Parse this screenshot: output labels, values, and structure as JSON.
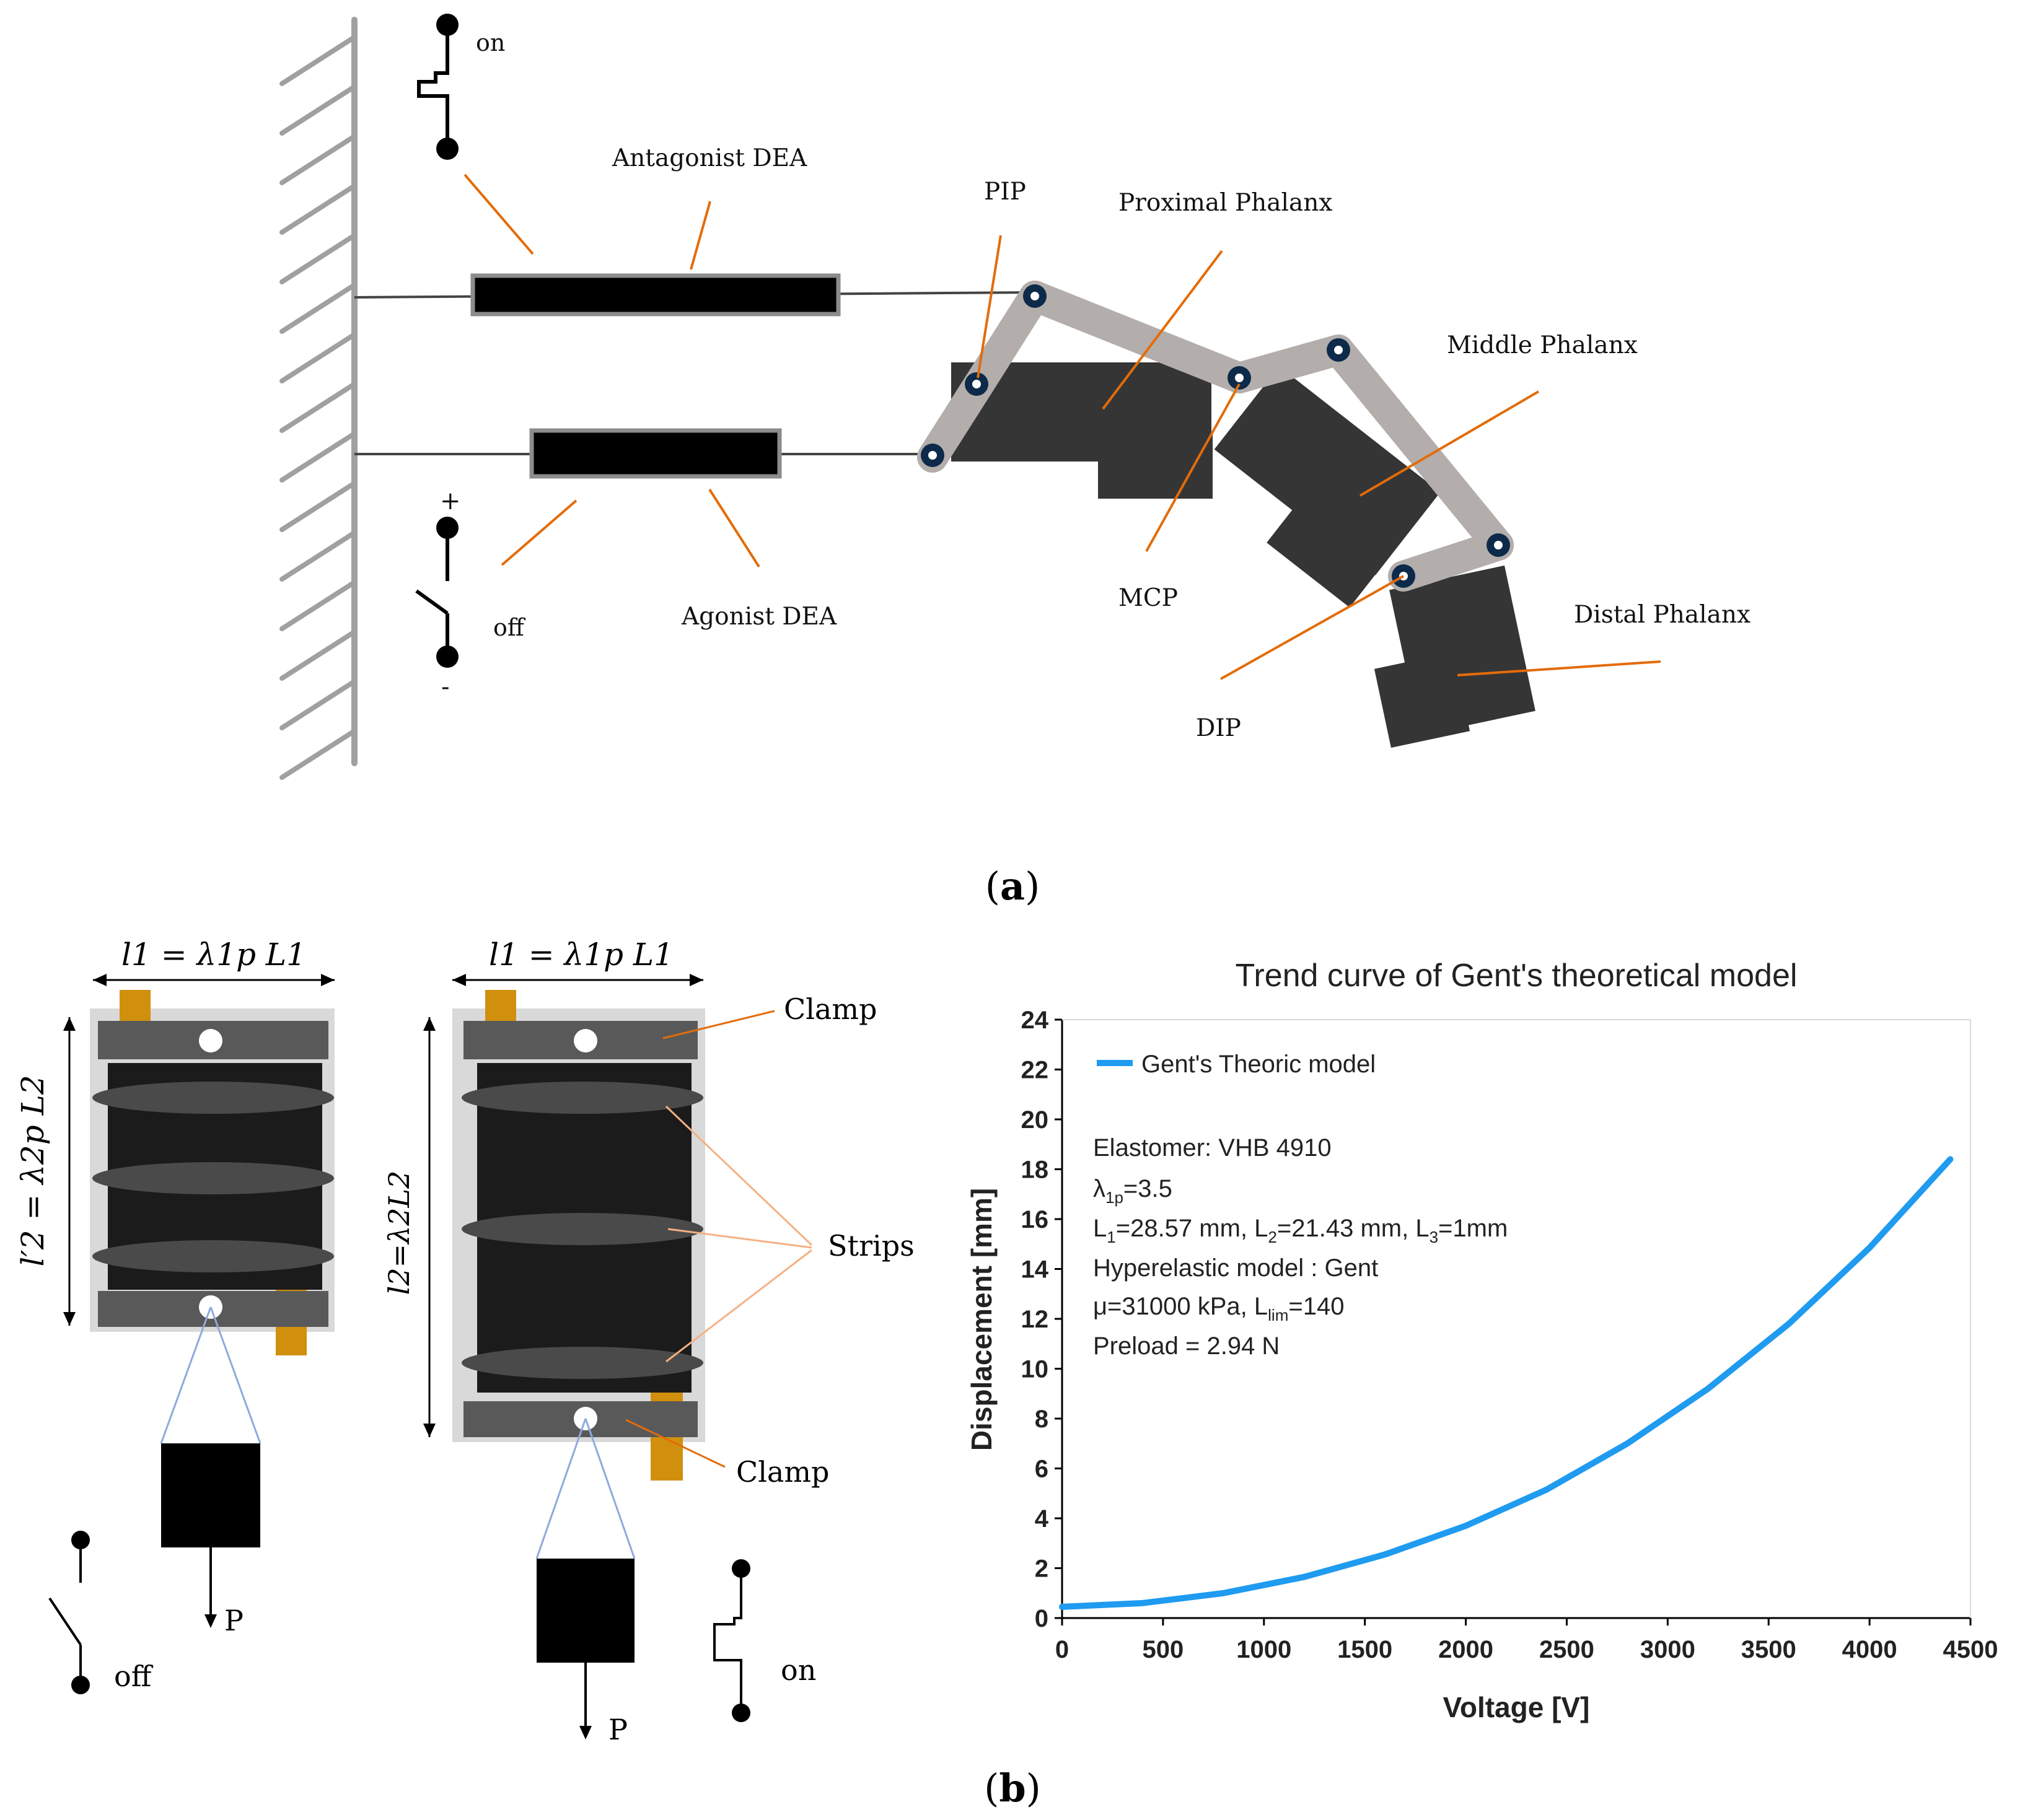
{
  "panel_a": {
    "labels": {
      "switch_top_state": "on",
      "switch_bottom_state": "off",
      "plus": "+",
      "minus": "-",
      "antagonist": "Antagonist DEA",
      "agonist": "Agonist DEA",
      "pip": "PIP",
      "proximal": "Proximal Phalanx",
      "middle": "Middle Phalanx",
      "mcp": "MCP",
      "dip": "DIP",
      "distal": "Distal Phalanx"
    },
    "caption_letter": "a"
  },
  "panel_b": {
    "left_width_label": "l1 = λ1p L1",
    "left_height_label": "l′2 = λ2p L2",
    "right_width_label": "l1 = λ1p L1",
    "right_height_label": "l2=λ2L2",
    "clamp_top": "Clamp",
    "clamp_bottom": "Clamp",
    "strips": "Strips",
    "load_left": "P",
    "load_right": "P",
    "switch_left_state": "off",
    "switch_right_state": "on",
    "caption_letter": "b"
  },
  "chart_data": {
    "type": "line",
    "title": "Trend curve of Gent's theoretical model",
    "xlabel": "Voltage [V]",
    "ylabel": "Displacement [mm]",
    "xlim": [
      0,
      4500
    ],
    "ylim": [
      0,
      24
    ],
    "x_ticks": [
      "0",
      "500",
      "1000",
      "1500",
      "2000",
      "2500",
      "3000",
      "3500",
      "4000",
      "4500"
    ],
    "y_ticks": [
      "0",
      "2",
      "4",
      "6",
      "8",
      "10",
      "12",
      "14",
      "16",
      "18",
      "20",
      "22",
      "24"
    ],
    "legend": "top-left",
    "grid": false,
    "series": [
      {
        "name": "Gent's Theoric model",
        "color": "#1f9bf0",
        "x": [
          0,
          400,
          800,
          1200,
          1600,
          2000,
          2400,
          2800,
          3200,
          3600,
          4000,
          4400
        ],
        "y": [
          0.45,
          0.6,
          1.0,
          1.65,
          2.55,
          3.7,
          5.15,
          7.0,
          9.2,
          11.8,
          14.85,
          18.4
        ]
      }
    ],
    "annotations": {
      "elastomer": "Elastomer: VHB 4910",
      "lambda_sym": "λ",
      "lambda_sub": "1p",
      "lambda_val": "=3.5",
      "L1_sym": "L",
      "L1_sub": "1",
      "L1_val": "=28.57 mm, ",
      "L2_sym": "L",
      "L2_sub": "2",
      "L2_val": "=21.43 mm, ",
      "L3_sym": "L",
      "L3_sub": "3",
      "L3_val": "=1mm",
      "hyperelastic": "Hyperelastic model : Gent",
      "mu_val": "μ=31000 kPa,  ",
      "Llim_sym": "L",
      "Llim_sub": "lim",
      "Llim_val": "=140",
      "preload": "Preload = 2.94 N"
    }
  }
}
